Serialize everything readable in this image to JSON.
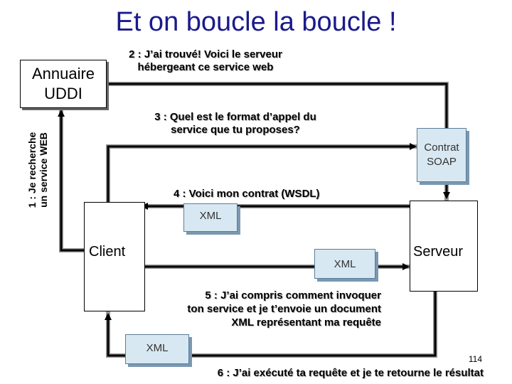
{
  "title": "Et on boucle la boucle !",
  "uddi_label": "Annuaire UDDI",
  "client_label": "Client",
  "server_label": "Serveur",
  "soap_contract": "Contrat SOAP",
  "steps": {
    "step1_line1": "1 : Je recherche",
    "step1_line2": "un service WEB",
    "step2_line1": "2 : J’ai trouvé! Voici le serveur",
    "step2_line2": "hébergeant ce service web",
    "step3_line1": "3 : Quel est le format d’appel du",
    "step3_line2": "service que tu proposes?",
    "step4": "4 : Voici mon contrat (WSDL)",
    "step5_line1": "5 : J’ai compris comment invoquer",
    "step5_line2": "ton service et je t’envoie un document",
    "step5_line3": "XML représentant ma requête",
    "step6": "6 : J’ai exécuté ta requête et je te retourne le résultat"
  },
  "xml_docs": {
    "top": "XML",
    "middle": "XML",
    "bottom": "XML"
  },
  "page_number": "114"
}
